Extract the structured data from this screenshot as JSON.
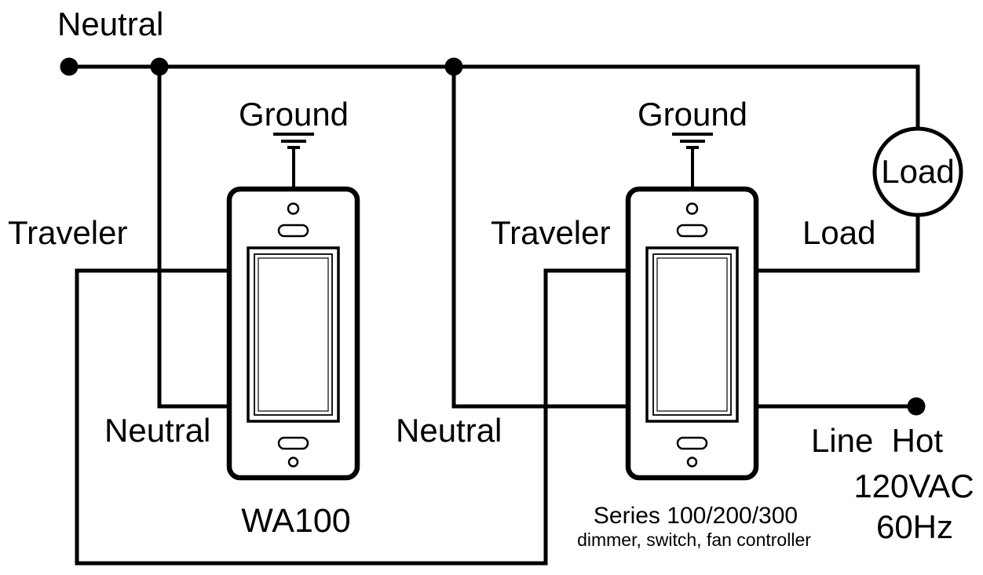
{
  "diagram": {
    "background": "#ffffff",
    "wire_color": "#000000",
    "labels": {
      "neutral_top": "Neutral",
      "ground_left": "Ground",
      "ground_right": "Ground",
      "traveler_left": "Traveler",
      "traveler_right": "Traveler",
      "neutral_left": "Neutral",
      "neutral_right": "Neutral",
      "load_wire": "Load",
      "load_device": "Load",
      "line_hot": "Line  Hot",
      "voltage": "120VAC",
      "frequency": "60Hz"
    },
    "left_switch": {
      "model": "WA100"
    },
    "right_switch": {
      "series": "Series 100/200/300",
      "description": "dimmer, switch, fan controller"
    }
  }
}
